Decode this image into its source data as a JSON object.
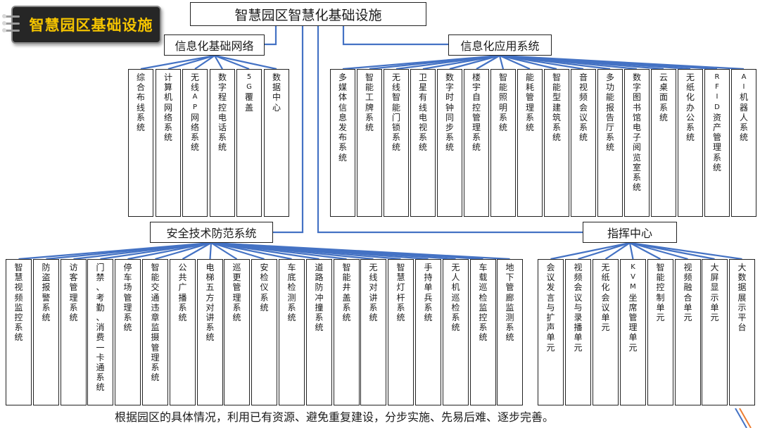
{
  "badge": {
    "title": "智慧园区基础设施"
  },
  "root": {
    "label": "智慧园区智慧化基础设施"
  },
  "groups": {
    "network": {
      "label": "信息化基础网络",
      "items": [
        "综合布线系统",
        "计算机网络系统",
        "无线AP网络系统",
        "数字程控电话系统",
        "5G覆盖",
        "数据中心"
      ]
    },
    "apps": {
      "label": "信息化应用系统",
      "items": [
        "多媒体信息发布系统",
        "智能工牌系统",
        "无线智能门锁系统",
        "卫星有线电视系统",
        "数字时钟同步系统",
        "楼宇自控管理系统",
        "智能照明系统",
        "能耗管理系统",
        "智能型建筑系统",
        "音视频会议系统",
        "多功能报告厅系统",
        "数字图书馆电子阅览室系统",
        "云桌面系统",
        "无纸化办公系统",
        "RFID资产管理系统",
        "AI机器人系统"
      ]
    },
    "security": {
      "label": "安全技术防范系统",
      "items": [
        "智慧视频监控系统",
        "防盗报警系统",
        "访客管理系统",
        "门禁、考勤、消费一卡通系统",
        "停车场管理系统",
        "智能交通违章监摄管理系统",
        "公共广播系统",
        "电梯五方对讲系统",
        "巡更管理系统",
        "安检仪系统",
        "车底检测系统",
        "道路防冲撞系统",
        "智能井盖系统",
        "无线对讲系统",
        "智慧灯杆系统",
        "手持单兵系统",
        "无人机巡检系统",
        "车载巡检监控系统",
        "地下管廊监测系统"
      ]
    },
    "command": {
      "label": "指挥中心",
      "items": [
        "会议发言与扩声单元",
        "视频会议与录播单元",
        "无纸化会议单元",
        "KVM坐席管理单元",
        "智能控制单元",
        "视频融合单元",
        "大屏显示单元",
        "大数据展示平台"
      ]
    }
  },
  "footer": {
    "text": "根据园区的具体情况，利用已有资源、避免重复建设，分步实施、先易后难、逐步完善。"
  },
  "colors": {
    "line": "#4472c4",
    "border": "#222222",
    "badge_bg": "#262626",
    "badge_text": "#f5c400",
    "corner_orange": "#ed7d31"
  }
}
